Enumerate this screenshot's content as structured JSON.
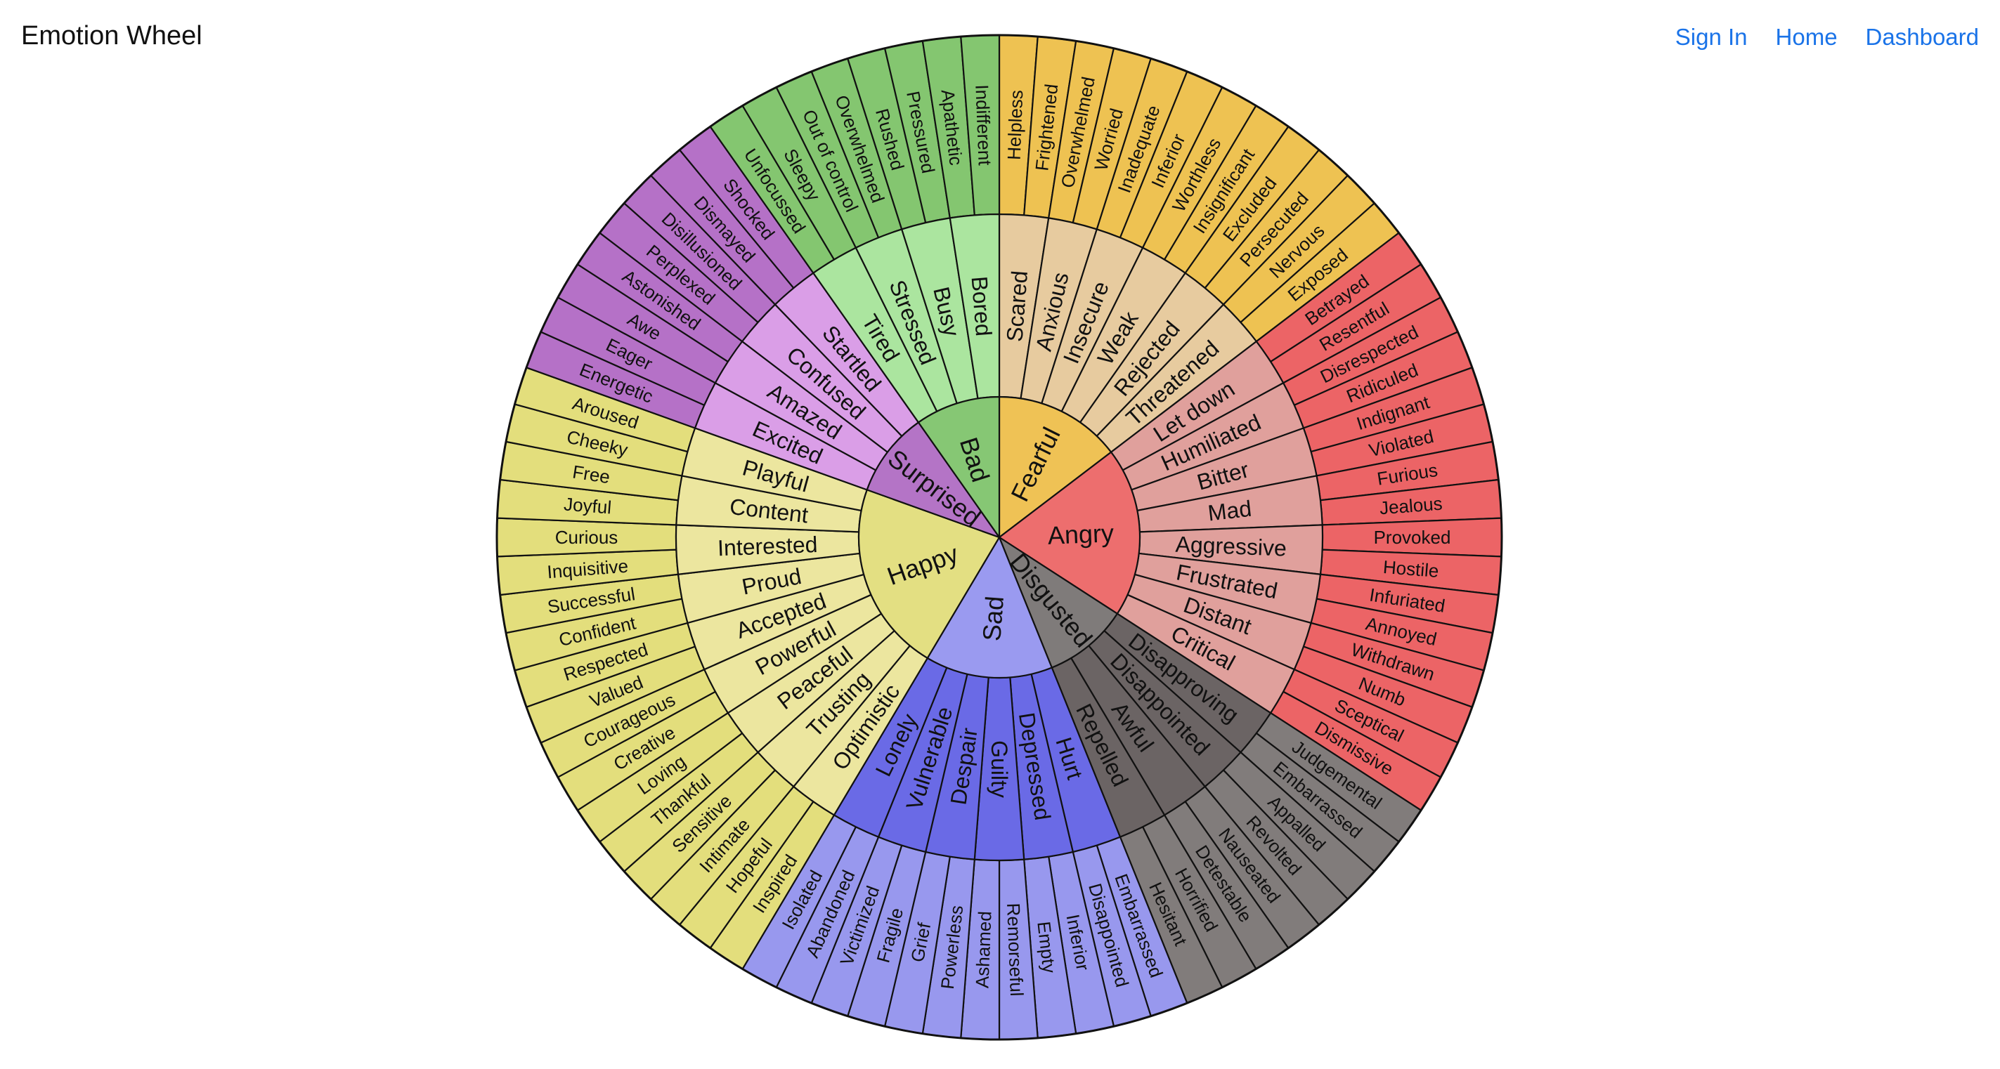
{
  "header": {
    "title": "Emotion Wheel",
    "nav": [
      {
        "name": "sign-in-link",
        "label": "Sign In"
      },
      {
        "name": "home-link",
        "label": "Home"
      },
      {
        "name": "dashboard-link",
        "label": "Dashboard"
      }
    ]
  },
  "wheel": {
    "colors": {
      "Fearful": [
        "#efc255",
        "#e7cb9f",
        "#eec252"
      ],
      "Angry": [
        "#ed6e6e",
        "#e0a09c",
        "#ec6466"
      ],
      "Disgusted": [
        "#7f7b7a",
        "#6b6464",
        "#817c7b"
      ],
      "Sad": [
        "#9a9af0",
        "#6a6ae6",
        "#9898ee"
      ],
      "Happy": [
        "#e3df82",
        "#ece69f",
        "#e3de7c"
      ],
      "Surprised": [
        "#b474c6",
        "#da9ee7",
        "#b571c7"
      ],
      "Bad": [
        "#86c774",
        "#abe59f",
        "#84c670"
      ]
    },
    "emotions": [
      {
        "name": "Fearful",
        "children": [
          {
            "name": "Scared",
            "children": [
              "Helpless",
              "Frightened"
            ]
          },
          {
            "name": "Anxious",
            "children": [
              "Overwhelmed",
              "Worried"
            ]
          },
          {
            "name": "Insecure",
            "children": [
              "Inadequate",
              "Inferior"
            ]
          },
          {
            "name": "Weak",
            "children": [
              "Worthless",
              "Insignificant"
            ]
          },
          {
            "name": "Rejected",
            "children": [
              "Excluded",
              "Persecuted"
            ]
          },
          {
            "name": "Threatened",
            "children": [
              "Nervous",
              "Exposed"
            ]
          }
        ]
      },
      {
        "name": "Angry",
        "children": [
          {
            "name": "Let down",
            "children": [
              "Betrayed",
              "Resentful"
            ]
          },
          {
            "name": "Humiliated",
            "children": [
              "Disrespected",
              "Ridiculed"
            ]
          },
          {
            "name": "Bitter",
            "children": [
              "Indignant",
              "Violated"
            ]
          },
          {
            "name": "Mad",
            "children": [
              "Furious",
              "Jealous"
            ]
          },
          {
            "name": "Aggressive",
            "children": [
              "Provoked",
              "Hostile"
            ]
          },
          {
            "name": "Frustrated",
            "children": [
              "Infuriated",
              "Annoyed"
            ]
          },
          {
            "name": "Distant",
            "children": [
              "Withdrawn",
              "Numb"
            ]
          },
          {
            "name": "Critical",
            "children": [
              "Sceptical",
              "Dismissive"
            ]
          }
        ]
      },
      {
        "name": "Disgusted",
        "children": [
          {
            "name": "Disapproving",
            "children": [
              "Judgemental",
              "Embarrassed"
            ]
          },
          {
            "name": "Disappointed",
            "children": [
              "Appalled",
              "Revolted"
            ]
          },
          {
            "name": "Awful",
            "children": [
              "Nauseated",
              "Detestable"
            ]
          },
          {
            "name": "Repelled",
            "children": [
              "Horrified",
              "Hesitant"
            ]
          }
        ]
      },
      {
        "name": "Sad",
        "children": [
          {
            "name": "Hurt",
            "children": [
              "Embarrassed",
              "Disappointed"
            ]
          },
          {
            "name": "Depressed",
            "children": [
              "Inferior",
              "Empty"
            ]
          },
          {
            "name": "Guilty",
            "children": [
              "Remorseful",
              "Ashamed"
            ]
          },
          {
            "name": "Despair",
            "children": [
              "Powerless",
              "Grief"
            ]
          },
          {
            "name": "Vulnerable",
            "children": [
              "Fragile",
              "Victimized"
            ]
          },
          {
            "name": "Lonely",
            "children": [
              "Abandoned",
              "Isolated"
            ]
          }
        ]
      },
      {
        "name": "Happy",
        "children": [
          {
            "name": "Optimistic",
            "children": [
              "Inspired",
              "Hopeful"
            ]
          },
          {
            "name": "Trusting",
            "children": [
              "Intimate",
              "Sensitive"
            ]
          },
          {
            "name": "Peaceful",
            "children": [
              "Thankful",
              "Loving"
            ]
          },
          {
            "name": "Powerful",
            "children": [
              "Creative",
              "Courageous"
            ]
          },
          {
            "name": "Accepted",
            "children": [
              "Valued",
              "Respected"
            ]
          },
          {
            "name": "Proud",
            "children": [
              "Confident",
              "Successful"
            ]
          },
          {
            "name": "Interested",
            "children": [
              "Inquisitive",
              "Curious"
            ]
          },
          {
            "name": "Content",
            "children": [
              "Joyful",
              "Free"
            ]
          },
          {
            "name": "Playful",
            "children": [
              "Cheeky",
              "Aroused"
            ]
          }
        ]
      },
      {
        "name": "Surprised",
        "children": [
          {
            "name": "Excited",
            "children": [
              "Energetic",
              "Eager"
            ]
          },
          {
            "name": "Amazed",
            "children": [
              "Awe",
              "Astonished"
            ]
          },
          {
            "name": "Confused",
            "children": [
              "Perplexed",
              "Disillusioned"
            ]
          },
          {
            "name": "Startled",
            "children": [
              "Dismayed",
              "Shocked"
            ]
          }
        ]
      },
      {
        "name": "Bad",
        "children": [
          {
            "name": "Tired",
            "children": [
              "Unfocussed",
              "Sleepy"
            ]
          },
          {
            "name": "Stressed",
            "children": [
              "Out of control",
              "Overwhelmed"
            ]
          },
          {
            "name": "Busy",
            "children": [
              "Rushed",
              "Pressured"
            ]
          },
          {
            "name": "Bored",
            "children": [
              "Apathetic",
              "Indifferent"
            ]
          }
        ]
      }
    ]
  }
}
